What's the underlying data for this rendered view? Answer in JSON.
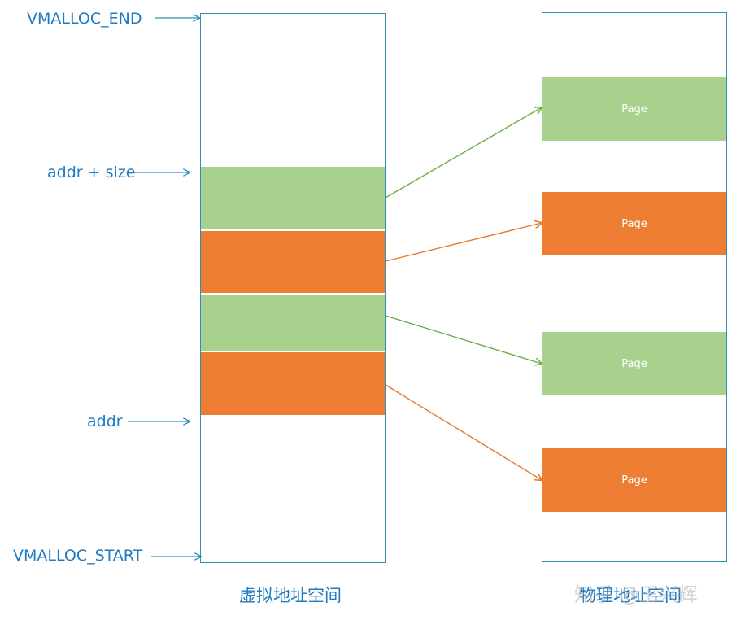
{
  "labels": {
    "vmalloc_end": "VMALLOC_END",
    "addr_plus_size": "addr + size",
    "addr": "addr",
    "vmalloc_start": "VMALLOC_START"
  },
  "captions": {
    "virtual": "虚拟地址空间",
    "physical": "物理地址空间"
  },
  "physical_pages": [
    "Page",
    "Page",
    "Page",
    "Page"
  ],
  "watermark": "知乎 @王兴辉",
  "colors": {
    "label_blue": "#1f7bc1",
    "border_blue": "#2e8fb8",
    "green": "#a7d18d",
    "orange": "#ec7d33",
    "green_arrow": "#6aad44",
    "orange_arrow": "#e07a30"
  }
}
